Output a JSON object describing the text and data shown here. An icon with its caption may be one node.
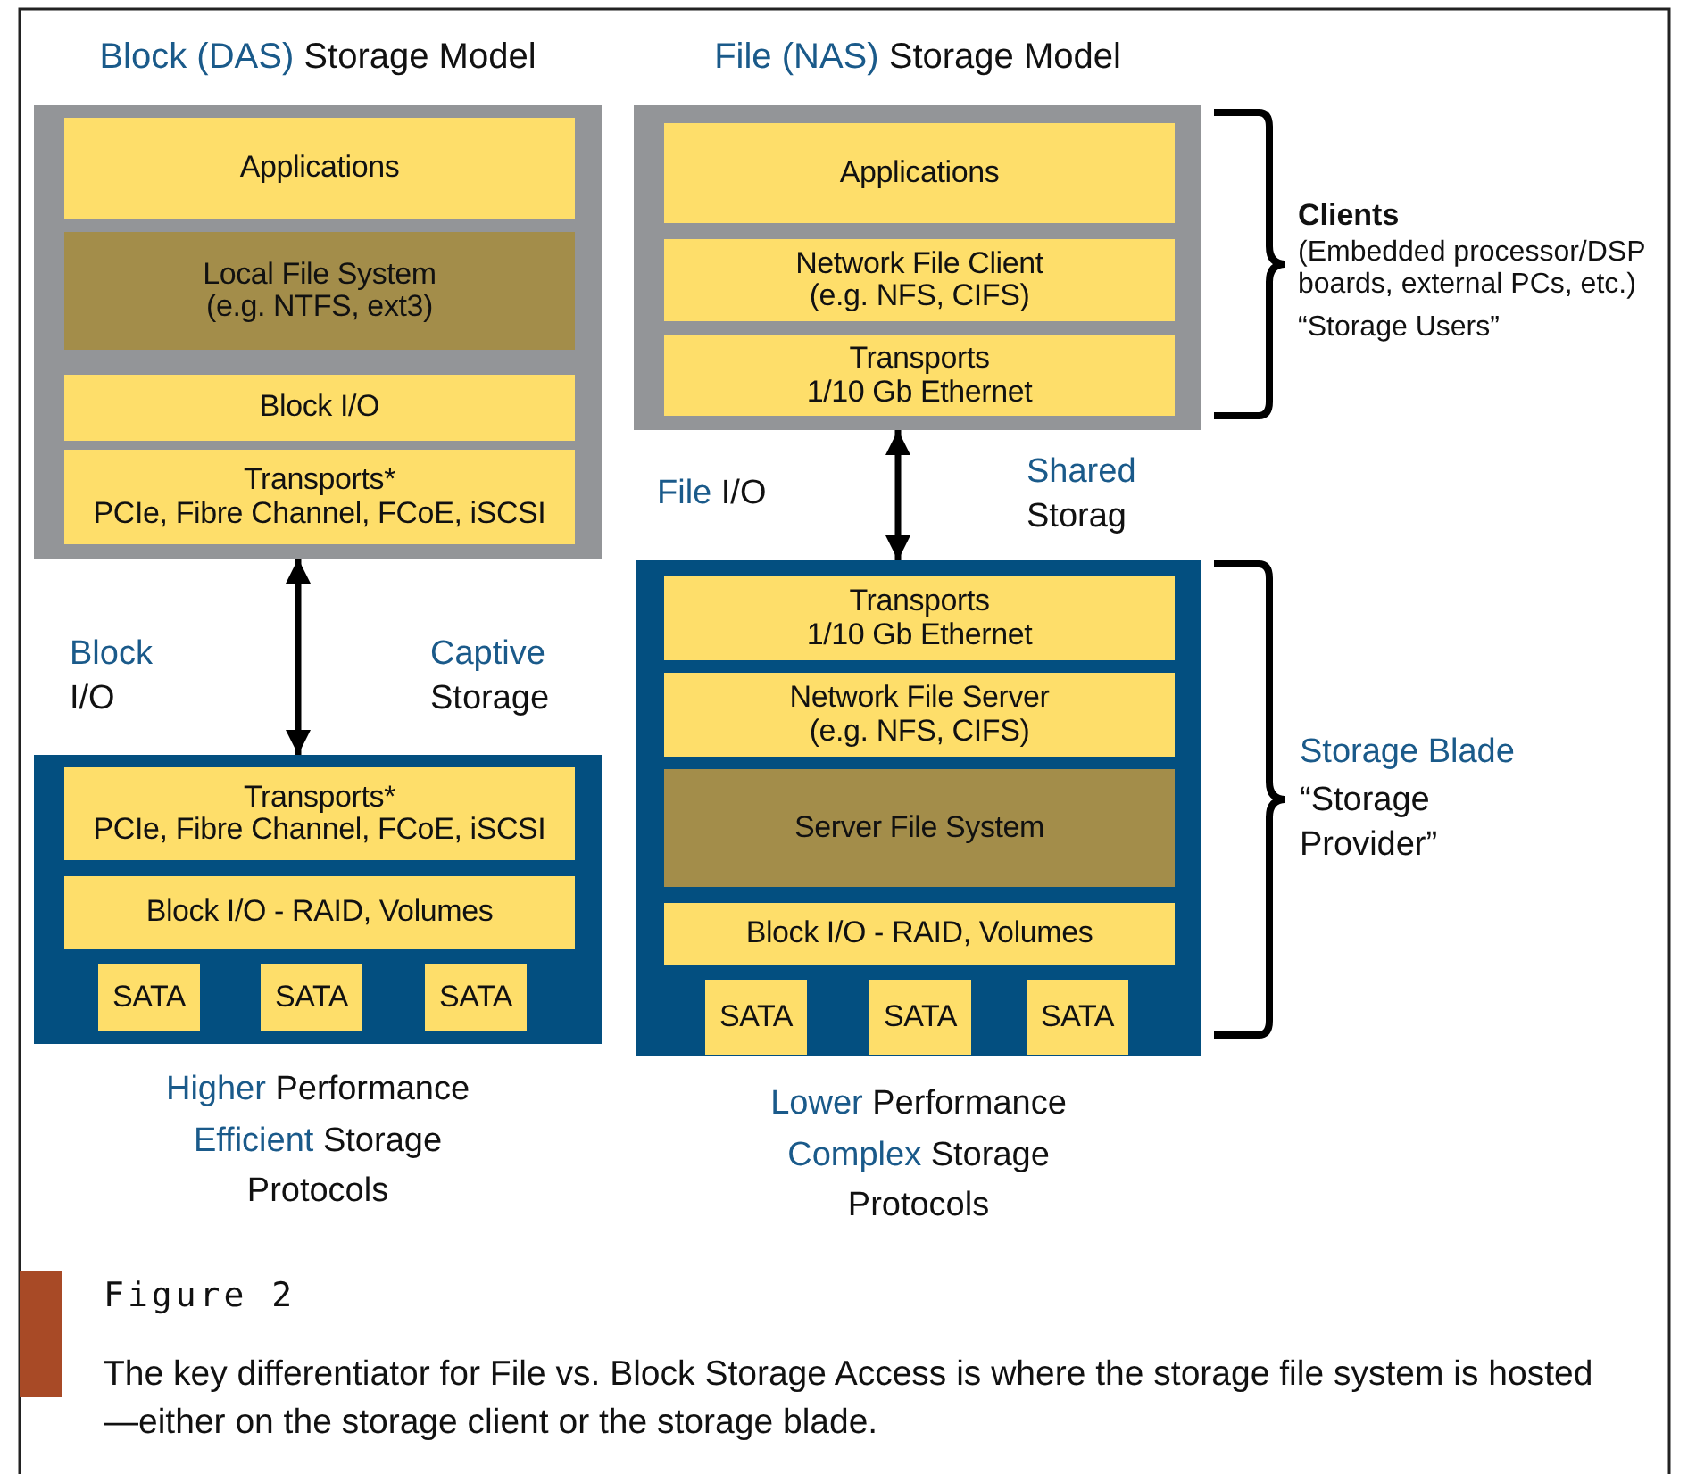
{
  "diagram": {
    "caption": "The key differentiator for File vs. Block Storage Access is where the storage file system is hosted—either on the storage client or the storage blade.",
    "nodes": [
      {
        "text": [
          "**Block (DAS)** Storage Model"
        ]
      },
      {
        "text": [
          "Applications"
        ],
        "in": 0
      },
      {
        "text": [
          "Local File System",
          "(e.g. NTFS, ext3)"
        ],
        "in": 0
      },
      {
        "text": [
          "Block I/O"
        ],
        "in": 0
      },
      {
        "text": [
          "Transports*",
          "PCIe, Fibre Channel, FCoE, iSCSI"
        ],
        "in": 0
      },
      {
        "text": [],
        "shape": "box",
        "beside": [
          "**Higher** Performance",
          "**Efficient** Storage",
          "Protocols"
        ]
      },
      {
        "text": [
          "Transports*",
          "PCIe, Fibre Channel, FCoE, iSCSI"
        ],
        "in": 5
      },
      {
        "text": [
          "Block I/O - RAID, Volumes"
        ],
        "in": 5
      },
      {
        "text": [
          "SATA"
        ],
        "in": 5
      },
      {
        "text": [
          "SATA"
        ],
        "in": 5
      },
      {
        "text": [
          "SATA"
        ],
        "in": 5
      },
      {
        "text": [
          "**File (NAS)** Storage Model"
        ]
      },
      {
        "text": [
          "Applications"
        ],
        "in": 11
      },
      {
        "text": [
          "Network File Client",
          "(e.g. NFS, CIFS)"
        ],
        "in": 11
      },
      {
        "text": [
          "Transports",
          "1/10 Gb Ethernet"
        ],
        "in": 11
      },
      {
        "text": [],
        "shape": "box",
        "beside": [
          "**Lower** Performance",
          "**Complex** Storage",
          "Protocols"
        ]
      },
      {
        "text": [
          "Transports",
          "1/10 Gb Ethernet"
        ],
        "in": 15
      },
      {
        "text": [
          "Network File Server",
          "(e.g. NFS, CIFS)"
        ],
        "in": 15
      },
      {
        "text": [
          "Server File System"
        ],
        "in": 15
      },
      {
        "text": [
          "Block I/O - RAID, Volumes"
        ],
        "in": 15
      },
      {
        "text": [
          "SATA"
        ],
        "in": 15
      },
      {
        "text": [
          "SATA"
        ],
        "in": 15
      },
      {
        "text": [
          "SATA"
        ],
        "in": 15
      }
    ],
    "edges": [
      {
        "from": 0,
        "to": 5,
        "arrow": "both"
      },
      {
        "from": 11,
        "to": 15,
        "arrow": "both"
      }
    ],
    "labels": [
      "**Block** I/O",
      "**Captive** Storage",
      "**File** I/O",
      "**Shared** Storag",
      "Clients",
      "(Embedded processor/DSP boards, external PCs, etc.)",
      "“Storage Users”",
      "Storage Blade",
      "“Storage Provider”",
      "Figure 2"
    ]
  }
}
